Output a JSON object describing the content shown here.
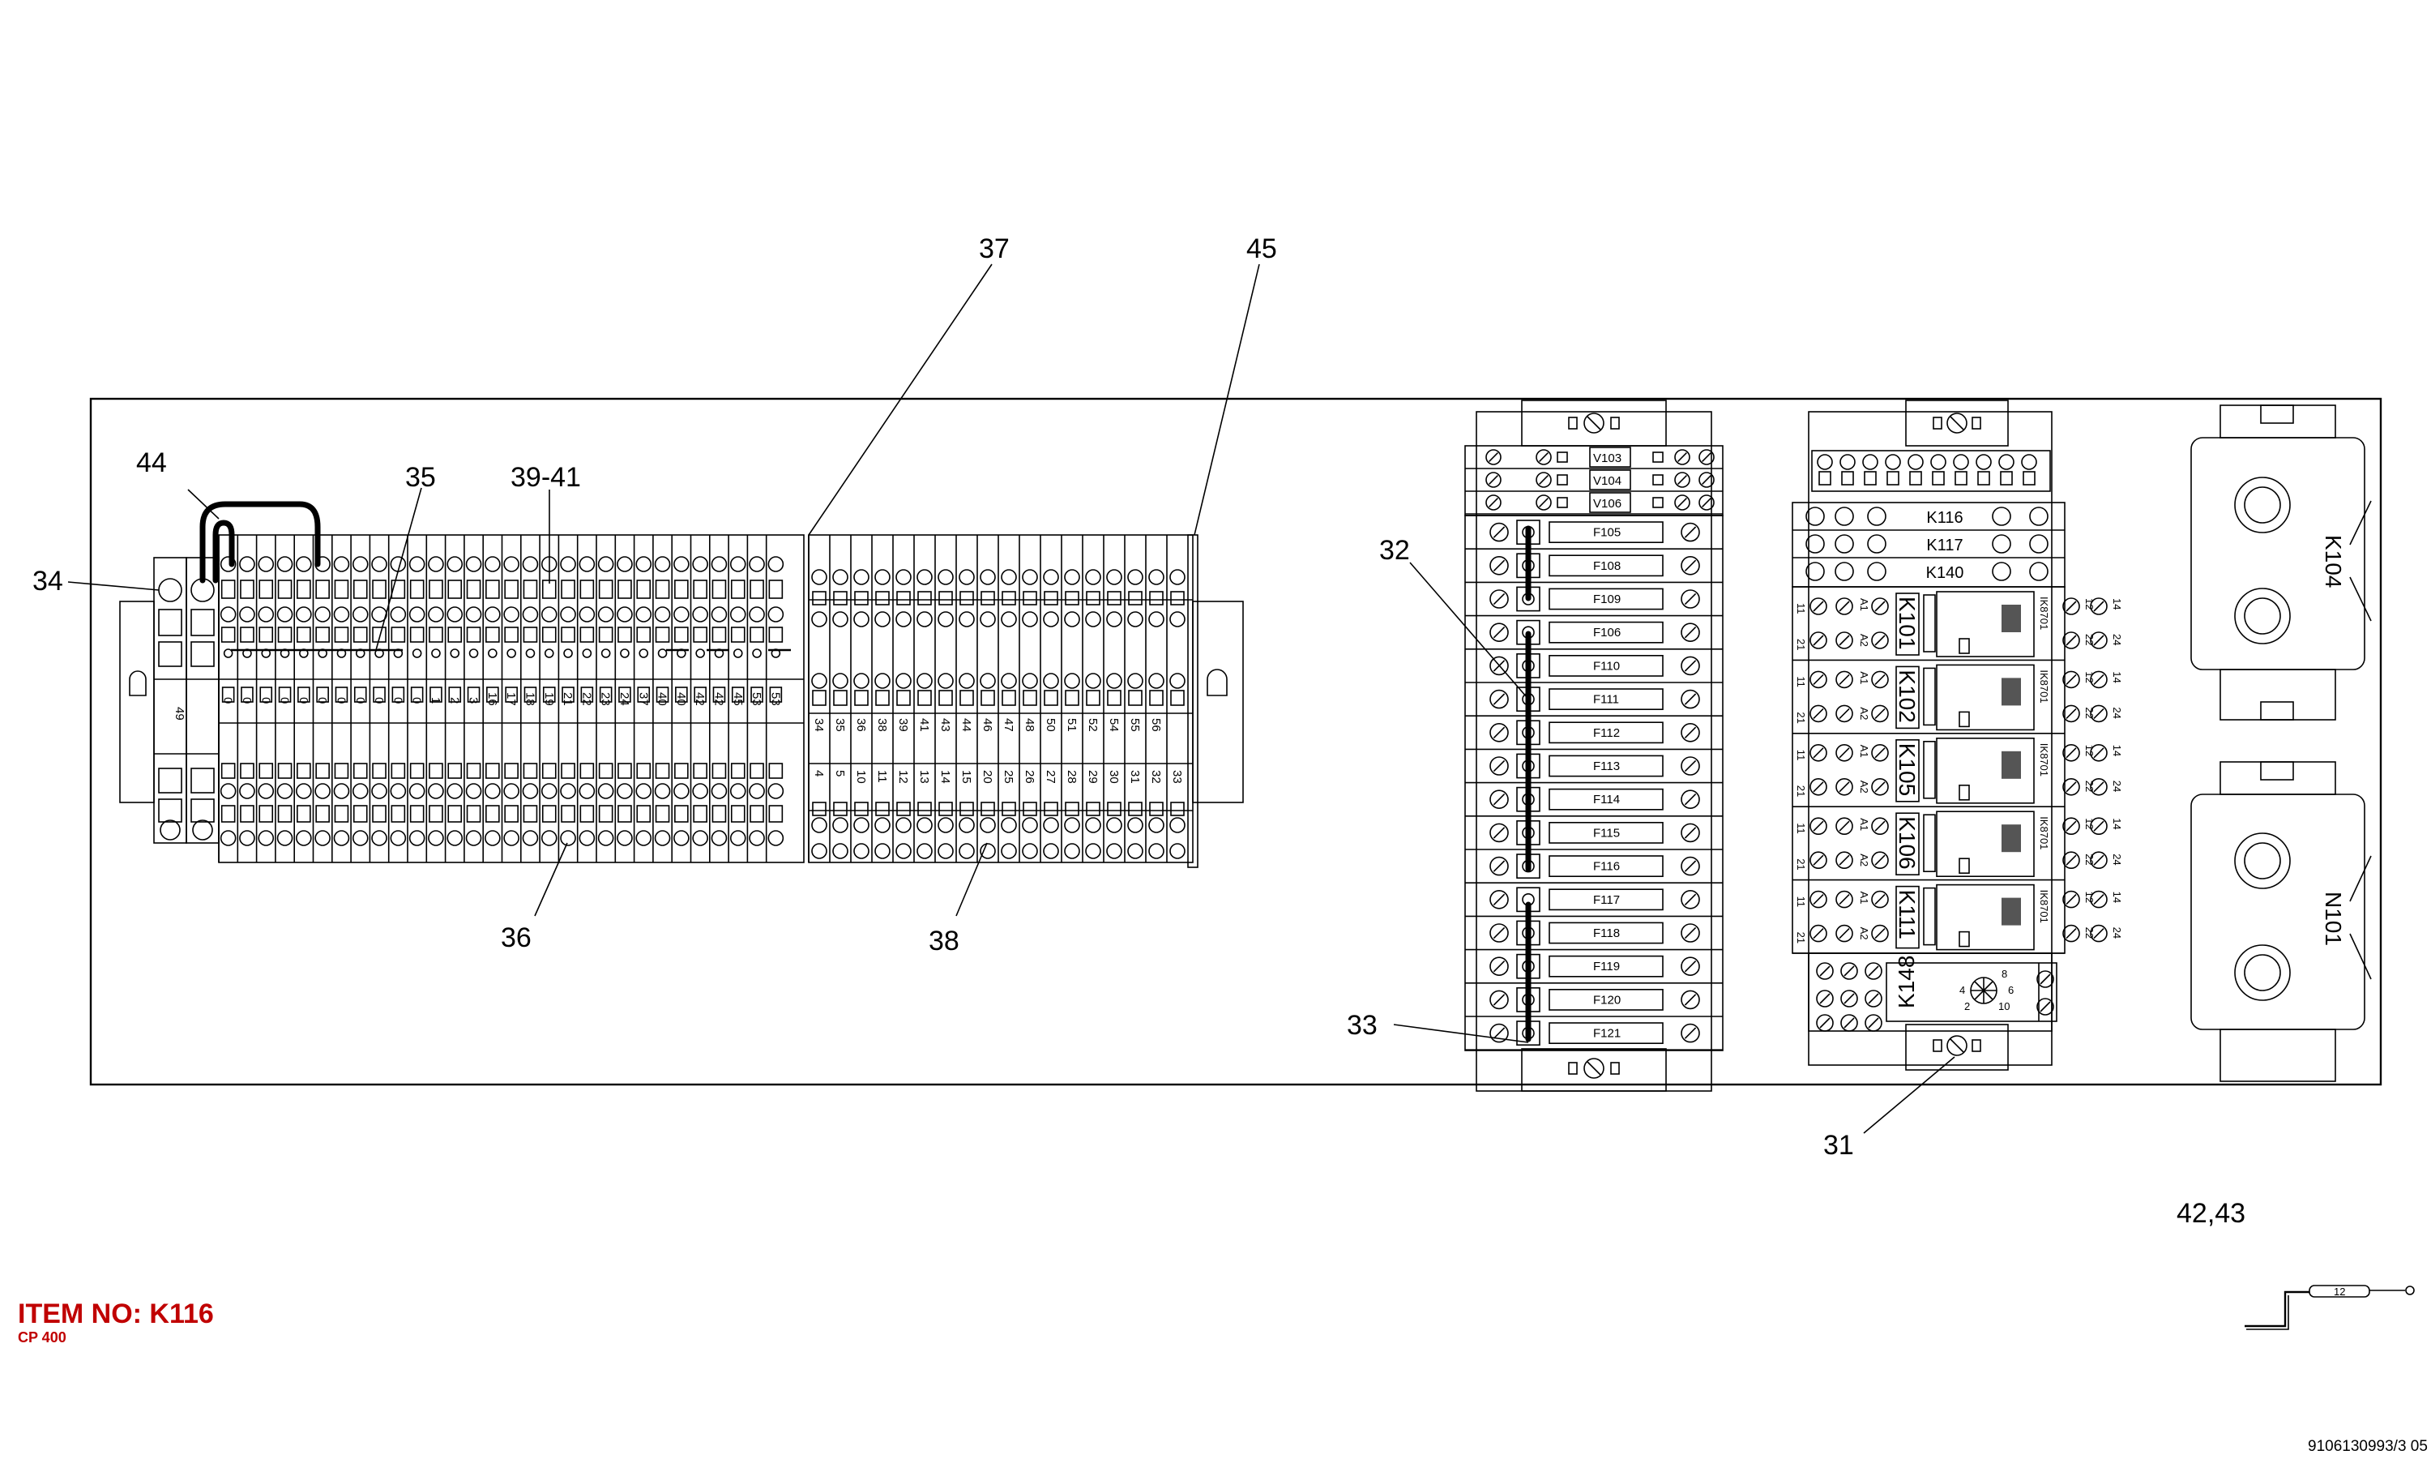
{
  "item": {
    "label": "ITEM NO: K116",
    "model": "CP 400"
  },
  "doc_number": "9106130993/3 05",
  "callouts": {
    "c44": "44",
    "c34": "34",
    "c35": "35",
    "c39": "39-41",
    "c37": "37",
    "c45": "45",
    "c36": "36",
    "c38": "38",
    "c32": "32",
    "c33": "33",
    "c31": "31",
    "c4243": "42,43"
  },
  "terminal_strip_left": {
    "labels": [
      "49",
      "0",
      "0",
      "0",
      "0",
      "0",
      "0",
      "0",
      "0",
      "0",
      "0",
      "0",
      "1",
      "2",
      "3",
      "16",
      "17",
      "18",
      "19",
      "21",
      "22",
      "23",
      "24",
      "37",
      "40",
      "40",
      "42",
      "42",
      "45",
      "53",
      "53"
    ]
  },
  "terminal_strip_right": {
    "top_labels": [
      "34",
      "35",
      "36",
      "38",
      "39",
      "41",
      "43",
      "44",
      "46",
      "47",
      "48",
      "50",
      "51",
      "52",
      "54",
      "55",
      "56"
    ],
    "bottom_labels": [
      "4",
      "5",
      "10",
      "11",
      "12",
      "13",
      "14",
      "15",
      "20",
      "25",
      "26",
      "27",
      "28",
      "29",
      "30",
      "31",
      "32",
      "33"
    ]
  },
  "fuse_block": {
    "top_labels": [
      "V103",
      "V104",
      "V106"
    ],
    "fuses": [
      "F105",
      "F108",
      "F109",
      "F106",
      "F110",
      "F111",
      "F112",
      "F113",
      "F114",
      "F115",
      "F116",
      "F117",
      "F118",
      "F119",
      "F120",
      "F121"
    ]
  },
  "relay_block": {
    "top_labels": [
      "K116",
      "K117",
      "K140"
    ],
    "relays": [
      "K101",
      "K102",
      "K105",
      "K106",
      "K111"
    ],
    "relay_type": "IK8701",
    "contacts_left": [
      "11",
      "21"
    ],
    "coil_top": "A1",
    "coil_bottom": "A2",
    "contacts_right_top": [
      "12",
      "14"
    ],
    "contacts_right_bottom": [
      "22",
      "24"
    ],
    "timer": "K148"
  },
  "components": {
    "k104": "K104",
    "n101": "N101"
  },
  "part_4243_label": "12"
}
